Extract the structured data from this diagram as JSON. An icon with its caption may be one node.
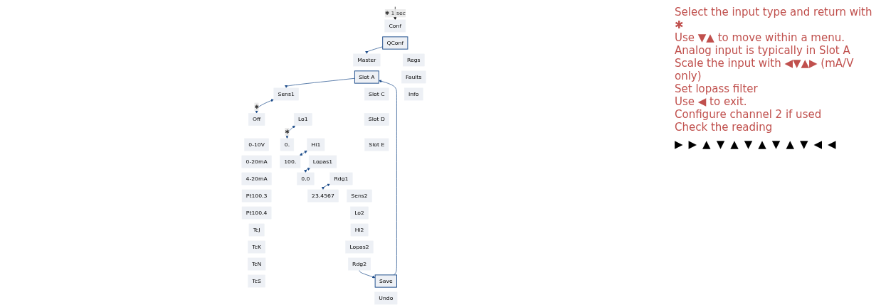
{
  "diagram": {
    "nodes": [
      {
        "text": [
          "Conf"
        ]
      },
      {
        "text": [
          "QConf"
        ]
      },
      {
        "text": [
          "Regs"
        ]
      },
      {
        "text": [
          "Faults"
        ]
      },
      {
        "text": [
          "Info"
        ]
      },
      {
        "text": [
          "Master"
        ]
      },
      {
        "text": [
          "Slot A"
        ]
      },
      {
        "text": [
          "Slot C"
        ]
      },
      {
        "text": [
          "Slot D"
        ]
      },
      {
        "text": [
          "Slot E"
        ]
      },
      {
        "text": [
          "Sens1"
        ]
      },
      {
        "text": [
          "Lo1"
        ]
      },
      {
        "text": [
          "Hi1"
        ]
      },
      {
        "text": [
          "Lopas1"
        ]
      },
      {
        "text": [
          "Rdg1"
        ]
      },
      {
        "text": [
          "Sens2"
        ]
      },
      {
        "text": [
          "Lo2"
        ]
      },
      {
        "text": [
          "Hi2"
        ]
      },
      {
        "text": [
          "Lopas2"
        ]
      },
      {
        "text": [
          "Rdg2"
        ]
      },
      {
        "text": [
          "Save"
        ]
      },
      {
        "text": [
          "Undo"
        ]
      },
      {
        "text": [
          "0."
        ]
      },
      {
        "text": [
          "100."
        ]
      },
      {
        "text": [
          "0.0"
        ]
      },
      {
        "text": [
          "23.4567"
        ]
      },
      {
        "text": [
          "Off"
        ]
      },
      {
        "text": [
          "0-10V"
        ]
      },
      {
        "text": [
          "0-20mA"
        ]
      },
      {
        "text": [
          "4-20mA"
        ]
      },
      {
        "text": [
          "Pt100.3"
        ]
      },
      {
        "text": [
          "Pt100.4"
        ]
      },
      {
        "text": [
          "TcJ"
        ]
      },
      {
        "text": [
          "TcK"
        ]
      },
      {
        "text": [
          "TcN"
        ]
      },
      {
        "text": [
          "TcS"
        ]
      }
    ],
    "edges": [
      {
        "from": null,
        "to": 0,
        "arrow": "to",
        "label": "✱ 1 sec",
        "color": "#000000"
      },
      {
        "from": 1,
        "to": 5,
        "arrow": "to"
      },
      {
        "from": 6,
        "to": 10,
        "arrow": "to"
      },
      {
        "from": 10,
        "to": 26,
        "arrow": "both",
        "label": "✱"
      },
      {
        "from": 11,
        "to": 22,
        "arrow": "both",
        "label": "✱"
      },
      {
        "from": 12,
        "to": 23,
        "arrow": "both"
      },
      {
        "from": 13,
        "to": 24,
        "arrow": "both"
      },
      {
        "from": 14,
        "to": 25,
        "arrow": "both"
      },
      {
        "from": 19,
        "to": 20,
        "arrow": "to"
      },
      {
        "from": 20,
        "to": 6,
        "arrow": "to"
      }
    ],
    "labels": [
      "Select the input type and return with ✱",
      "Use ▼▲ to move within a menu.",
      "Analog input is typically in Slot A",
      "Scale the input with ◀▼▲▶ (mA/V only)",
      "Set lopass filter",
      "Use ◀ to exit.",
      "Configure channel 2 if used",
      "Check the reading",
      "▶",
      "▶",
      "▲",
      "▼",
      "▲",
      "▼",
      "▲",
      "▼",
      "▲",
      "▼",
      "◀",
      "◀"
    ]
  }
}
